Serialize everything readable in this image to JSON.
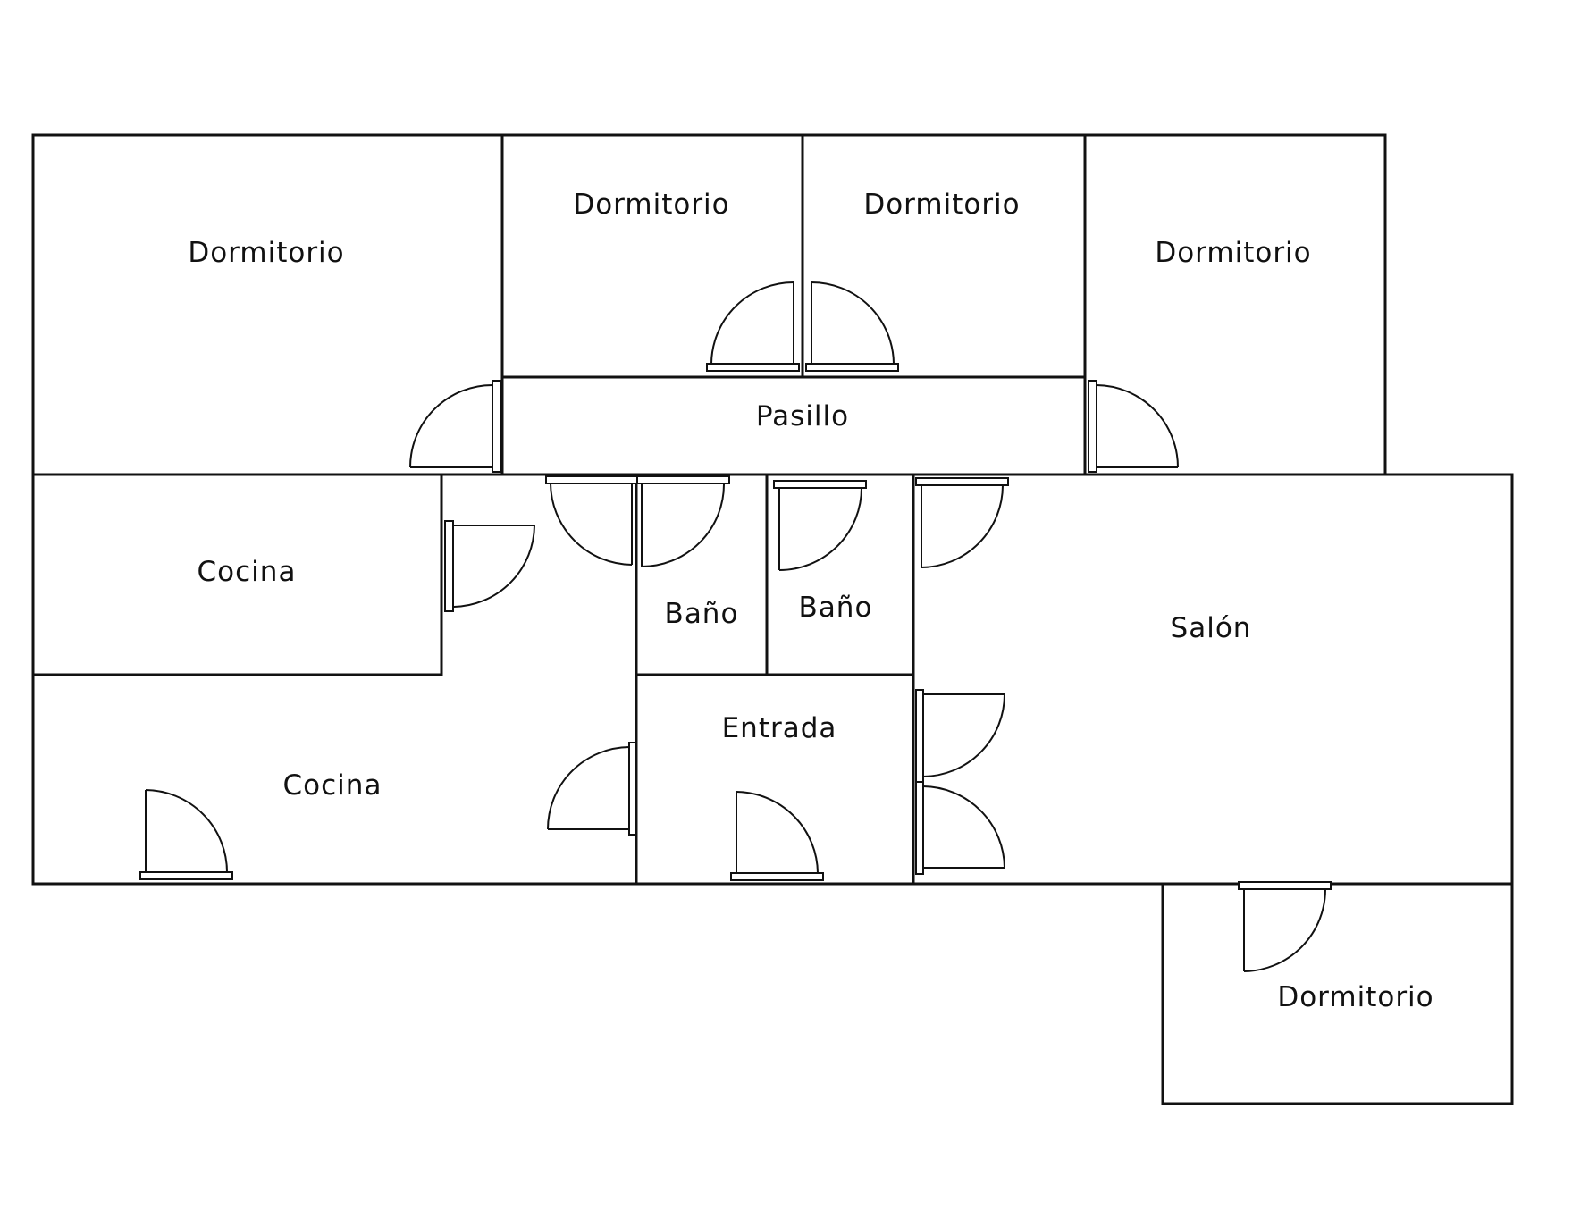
{
  "floor_plan": {
    "rooms": [
      {
        "id": "dormitorio-1",
        "label": "Dormitorio"
      },
      {
        "id": "dormitorio-2",
        "label": "Dormitorio"
      },
      {
        "id": "dormitorio-3",
        "label": "Dormitorio"
      },
      {
        "id": "dormitorio-4",
        "label": "Dormitorio"
      },
      {
        "id": "pasillo",
        "label": "Pasillo"
      },
      {
        "id": "cocina-1",
        "label": "Cocina"
      },
      {
        "id": "cocina-2",
        "label": "Cocina"
      },
      {
        "id": "bano-1",
        "label": "Baño"
      },
      {
        "id": "bano-2",
        "label": "Baño"
      },
      {
        "id": "entrada",
        "label": "Entrada"
      },
      {
        "id": "salon",
        "label": "Salón"
      },
      {
        "id": "dormitorio-5",
        "label": "Dormitorio"
      }
    ]
  }
}
